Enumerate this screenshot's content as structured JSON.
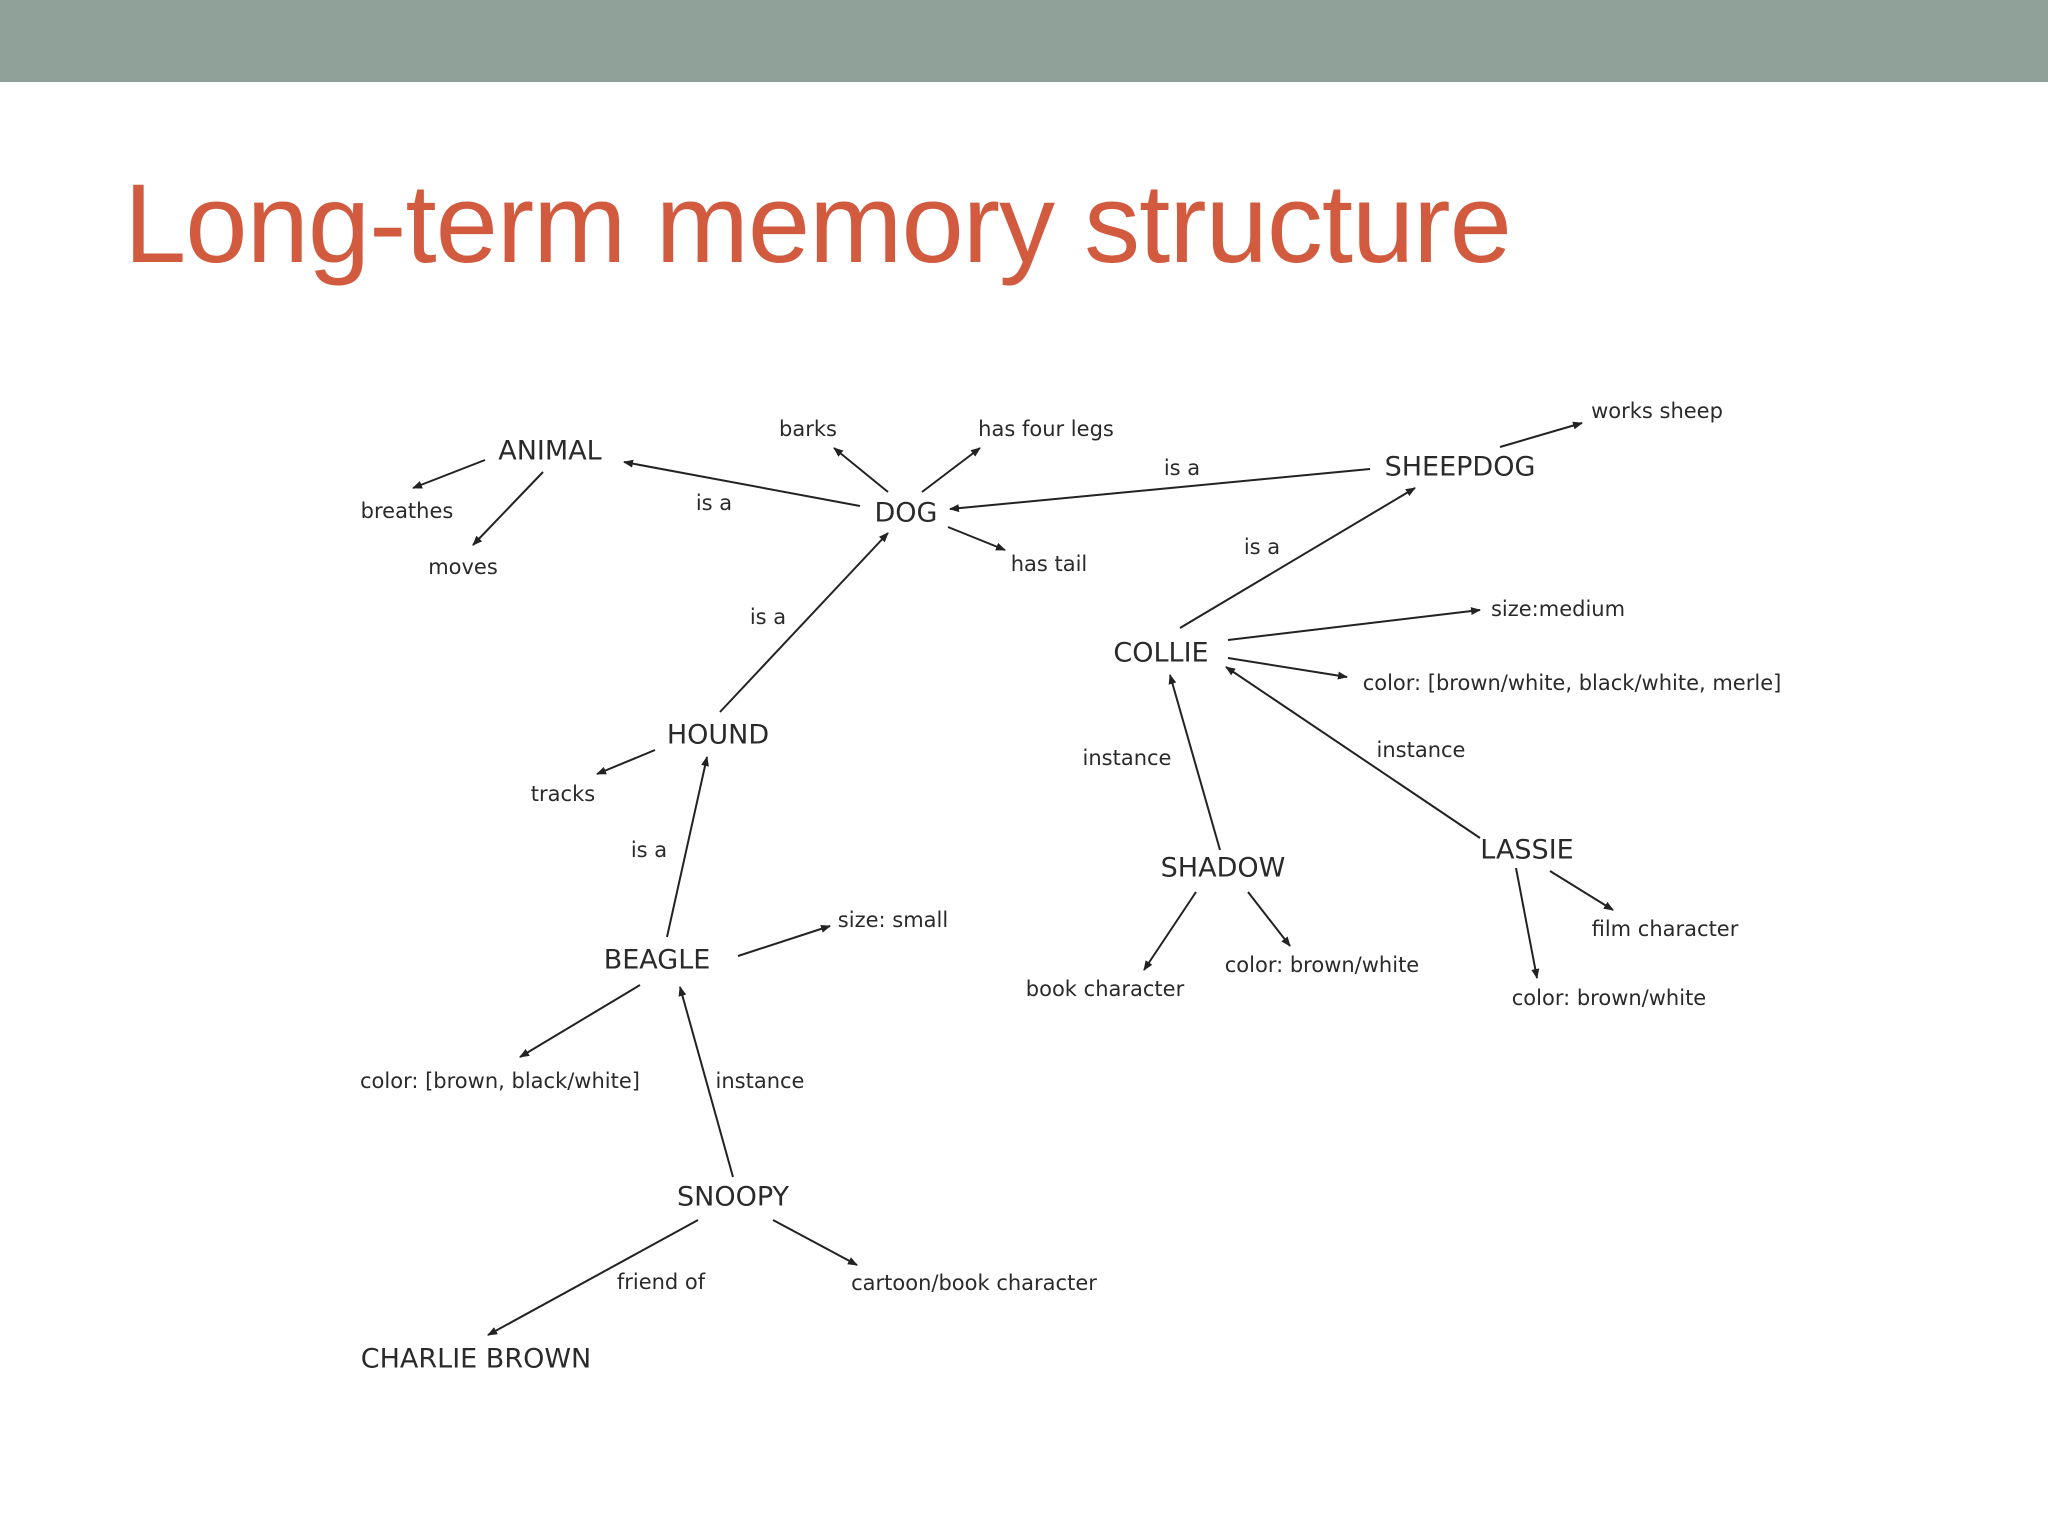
{
  "slide": {
    "title": "Long-term memory structure",
    "accent_bar_color": "#8fa198",
    "title_color": "#d25a3f"
  },
  "diagram": {
    "nodes": [
      {
        "id": "animal",
        "label": "ANIMAL",
        "kind": "concept"
      },
      {
        "id": "breathes",
        "label": "breathes",
        "kind": "property"
      },
      {
        "id": "moves",
        "label": "moves",
        "kind": "property"
      },
      {
        "id": "barks",
        "label": "barks",
        "kind": "property"
      },
      {
        "id": "has_four_legs",
        "label": "has four legs",
        "kind": "property"
      },
      {
        "id": "dog",
        "label": "DOG",
        "kind": "concept"
      },
      {
        "id": "has_tail",
        "label": "has tail",
        "kind": "property"
      },
      {
        "id": "works_sheep",
        "label": "works sheep",
        "kind": "property"
      },
      {
        "id": "sheepdog",
        "label": "SHEEPDOG",
        "kind": "concept"
      },
      {
        "id": "size_medium",
        "label": "size:medium",
        "kind": "property"
      },
      {
        "id": "collie",
        "label": "COLLIE",
        "kind": "concept"
      },
      {
        "id": "collie_color",
        "label": "color: [brown/white, black/white, merle]",
        "kind": "property"
      },
      {
        "id": "hound",
        "label": "HOUND",
        "kind": "concept"
      },
      {
        "id": "tracks",
        "label": "tracks",
        "kind": "property"
      },
      {
        "id": "shadow",
        "label": "SHADOW",
        "kind": "instance"
      },
      {
        "id": "lassie",
        "label": "LASSIE",
        "kind": "instance"
      },
      {
        "id": "film_character",
        "label": "film character",
        "kind": "property"
      },
      {
        "id": "size_small",
        "label": "size: small",
        "kind": "property"
      },
      {
        "id": "beagle",
        "label": "BEAGLE",
        "kind": "concept"
      },
      {
        "id": "book_character",
        "label": "book character",
        "kind": "property"
      },
      {
        "id": "shadow_color",
        "label": "color: brown/white",
        "kind": "property"
      },
      {
        "id": "lassie_color",
        "label": "color: brown/white",
        "kind": "property"
      },
      {
        "id": "beagle_color",
        "label": "color: [brown, black/white]",
        "kind": "property"
      },
      {
        "id": "snoopy",
        "label": "SNOOPY",
        "kind": "instance"
      },
      {
        "id": "cartoon_book",
        "label": "cartoon/book character",
        "kind": "property"
      },
      {
        "id": "charlie_brown",
        "label": "CHARLIE BROWN",
        "kind": "instance"
      }
    ],
    "edges": [
      {
        "from": "dog",
        "to": "animal",
        "label": "is a"
      },
      {
        "from": "animal",
        "to": "breathes",
        "label": ""
      },
      {
        "from": "animal",
        "to": "moves",
        "label": ""
      },
      {
        "from": "dog",
        "to": "barks",
        "label": ""
      },
      {
        "from": "dog",
        "to": "has_four_legs",
        "label": ""
      },
      {
        "from": "dog",
        "to": "has_tail",
        "label": ""
      },
      {
        "from": "sheepdog",
        "to": "dog",
        "label": "is a"
      },
      {
        "from": "sheepdog",
        "to": "works_sheep",
        "label": ""
      },
      {
        "from": "collie",
        "to": "sheepdog",
        "label": "is a"
      },
      {
        "from": "collie",
        "to": "size_medium",
        "label": ""
      },
      {
        "from": "collie",
        "to": "collie_color",
        "label": ""
      },
      {
        "from": "hound",
        "to": "dog",
        "label": "is a"
      },
      {
        "from": "hound",
        "to": "tracks",
        "label": ""
      },
      {
        "from": "beagle",
        "to": "hound",
        "label": "is a"
      },
      {
        "from": "beagle",
        "to": "size_small",
        "label": ""
      },
      {
        "from": "beagle",
        "to": "beagle_color",
        "label": ""
      },
      {
        "from": "shadow",
        "to": "collie",
        "label": "instance"
      },
      {
        "from": "shadow",
        "to": "book_character",
        "label": ""
      },
      {
        "from": "shadow",
        "to": "shadow_color",
        "label": ""
      },
      {
        "from": "lassie",
        "to": "collie",
        "label": "instance"
      },
      {
        "from": "lassie",
        "to": "film_character",
        "label": ""
      },
      {
        "from": "lassie",
        "to": "lassie_color",
        "label": ""
      },
      {
        "from": "snoopy",
        "to": "beagle",
        "label": "instance"
      },
      {
        "from": "snoopy",
        "to": "cartoon_book",
        "label": ""
      },
      {
        "from": "snoopy",
        "to": "charlie_brown",
        "label": "friend of"
      }
    ]
  }
}
